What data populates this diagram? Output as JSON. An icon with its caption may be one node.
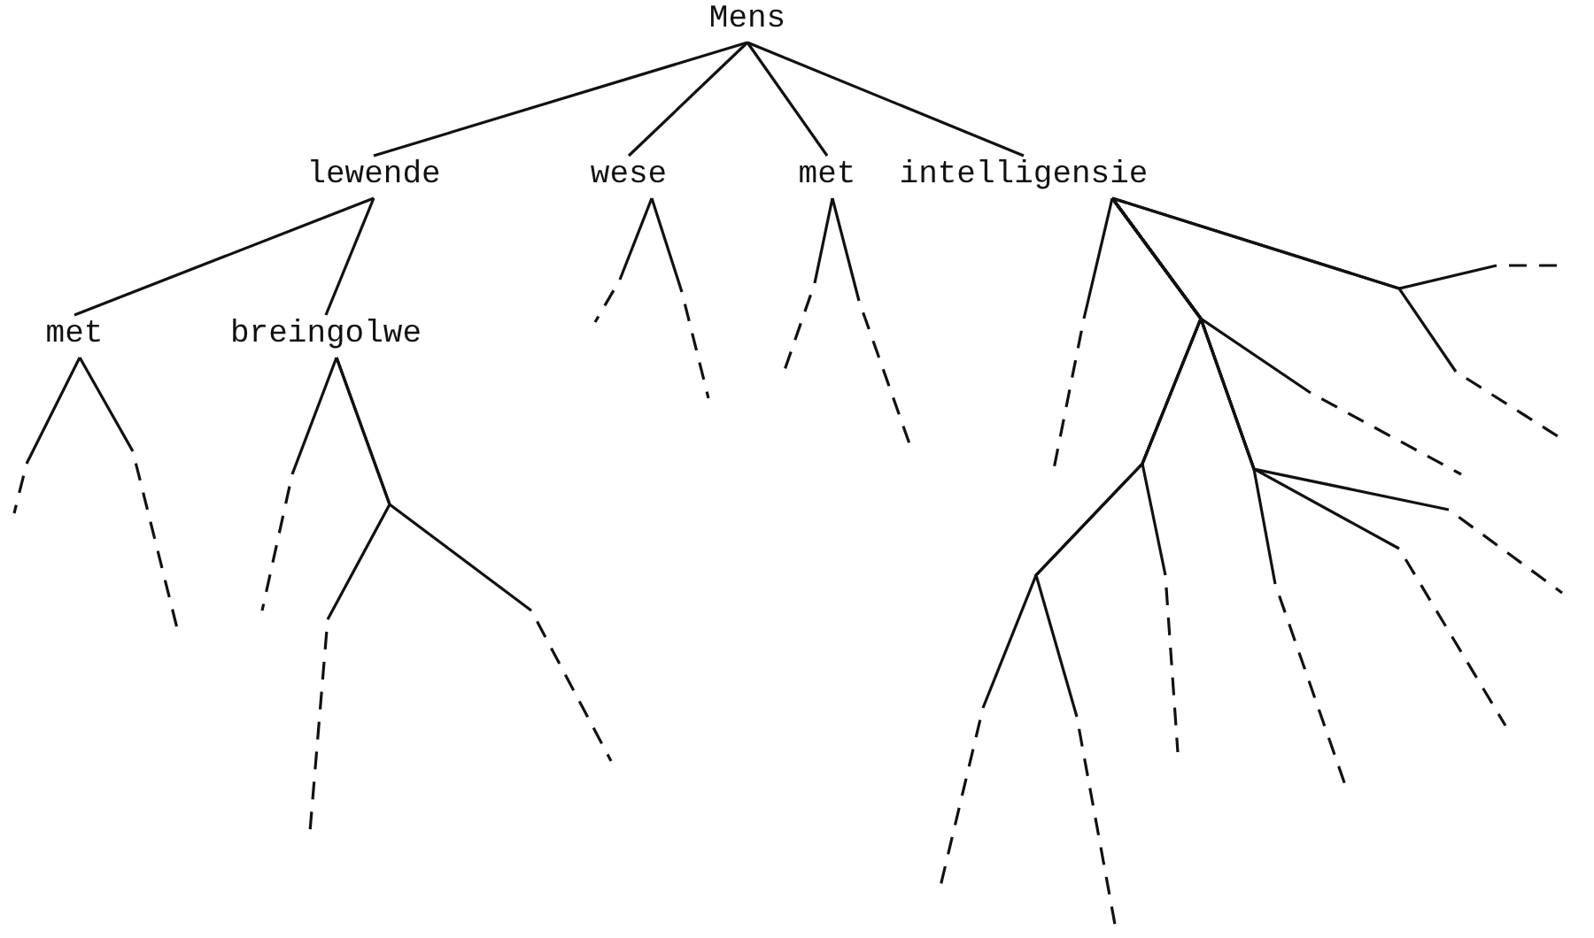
{
  "diagram": {
    "nodes": [
      {
        "text": [
          "Mens"
        ]
      },
      {
        "text": [
          "lewende"
        ]
      },
      {
        "text": [
          "wese"
        ]
      },
      {
        "text": [
          "met"
        ]
      },
      {
        "text": [
          "intelligensie"
        ]
      },
      {
        "text": [
          "met"
        ]
      },
      {
        "text": [
          "breingolwe"
        ]
      }
    ],
    "edges": [
      {
        "from": 0,
        "to": 1,
        "arrow": "none"
      },
      {
        "from": 0,
        "to": 2,
        "arrow": "none"
      },
      {
        "from": 0,
        "to": 3,
        "arrow": "none"
      },
      {
        "from": 0,
        "to": 4,
        "arrow": "none"
      },
      {
        "from": 1,
        "to": 5,
        "arrow": "none"
      },
      {
        "from": 1,
        "to": 6,
        "arrow": "none"
      },
      {
        "from": 5,
        "to": null,
        "arrow": "none",
        "style": "dashed"
      },
      {
        "from": 5,
        "to": null,
        "arrow": "none",
        "style": "dashed"
      },
      {
        "from": 6,
        "to": null,
        "arrow": "none",
        "style": "dashed"
      },
      {
        "from": 6,
        "to": null,
        "arrow": "none",
        "style": "dashed"
      },
      {
        "from": 6,
        "to": null,
        "arrow": "none",
        "style": "dashed"
      },
      {
        "from": 2,
        "to": null,
        "arrow": "none",
        "style": "dashed"
      },
      {
        "from": 2,
        "to": null,
        "arrow": "none",
        "style": "dashed"
      },
      {
        "from": 3,
        "to": null,
        "arrow": "none",
        "style": "dashed"
      },
      {
        "from": 3,
        "to": null,
        "arrow": "none",
        "style": "dashed"
      },
      {
        "from": 4,
        "to": null,
        "arrow": "none",
        "style": "dashed"
      },
      {
        "from": 4,
        "to": null,
        "arrow": "none",
        "style": "dashed"
      },
      {
        "from": 4,
        "to": null,
        "arrow": "none",
        "style": "dashed"
      },
      {
        "from": 4,
        "to": null,
        "arrow": "none",
        "style": "dashed"
      },
      {
        "from": 4,
        "to": null,
        "arrow": "none",
        "style": "dashed"
      },
      {
        "from": 4,
        "to": null,
        "arrow": "none",
        "style": "dashed"
      },
      {
        "from": 4,
        "to": null,
        "arrow": "none",
        "style": "dashed"
      },
      {
        "from": 4,
        "to": null,
        "arrow": "none",
        "style": "dashed"
      },
      {
        "from": 4,
        "to": null,
        "arrow": "none",
        "style": "dashed"
      },
      {
        "from": 4,
        "to": null,
        "arrow": "none",
        "style": "dashed"
      }
    ]
  }
}
